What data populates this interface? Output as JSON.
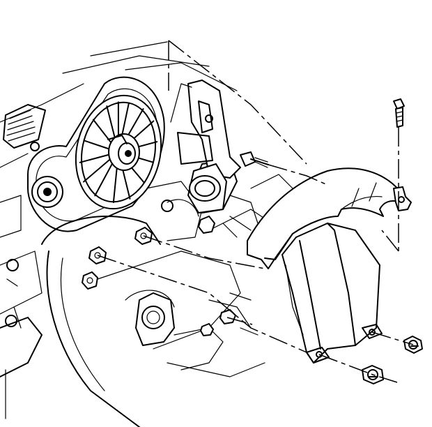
{
  "diagram": {
    "kind": "exploded-view line drawing",
    "parts": [
      {
        "id": "drive-pulley",
        "icon": "pulley-icon"
      },
      {
        "id": "drive-belt",
        "icon": "belt-icon"
      },
      {
        "id": "engine-block",
        "icon": "engine-icon"
      },
      {
        "id": "support-bracket",
        "icon": "bracket-icon"
      },
      {
        "id": "coolant-outlet",
        "icon": "pipe-fitting-icon"
      },
      {
        "id": "heat-shield-cover",
        "icon": "shield-cover-icon"
      },
      {
        "id": "mounting-bolt",
        "icon": "bolt-icon"
      },
      {
        "id": "hex-nut-upper",
        "icon": "nut-icon"
      },
      {
        "id": "hex-nut-lower",
        "icon": "nut-icon"
      },
      {
        "id": "stud-fastener",
        "icon": "stud-icon"
      }
    ],
    "colors": {
      "line": "#000000",
      "background": "#ffffff"
    }
  }
}
